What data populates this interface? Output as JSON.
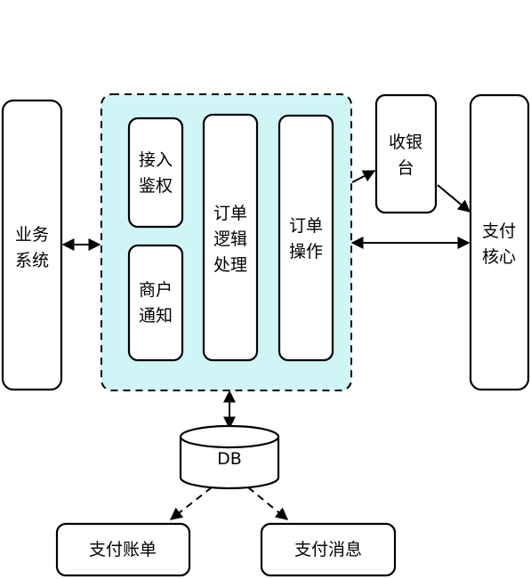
{
  "nodes": {
    "business_system": [
      "业务",
      "系统"
    ],
    "auth": [
      "接入",
      "鉴权"
    ],
    "merchant_notify": [
      "商户",
      "通知"
    ],
    "order_logic": [
      "订单",
      "逻辑",
      "处理"
    ],
    "order_ops": [
      "订单",
      "操作"
    ],
    "cashier": [
      "收银",
      "台"
    ],
    "payment_core": [
      "支付",
      "核心"
    ],
    "db": "DB",
    "payment_bill": "支付账单",
    "payment_message": "支付消息"
  }
}
